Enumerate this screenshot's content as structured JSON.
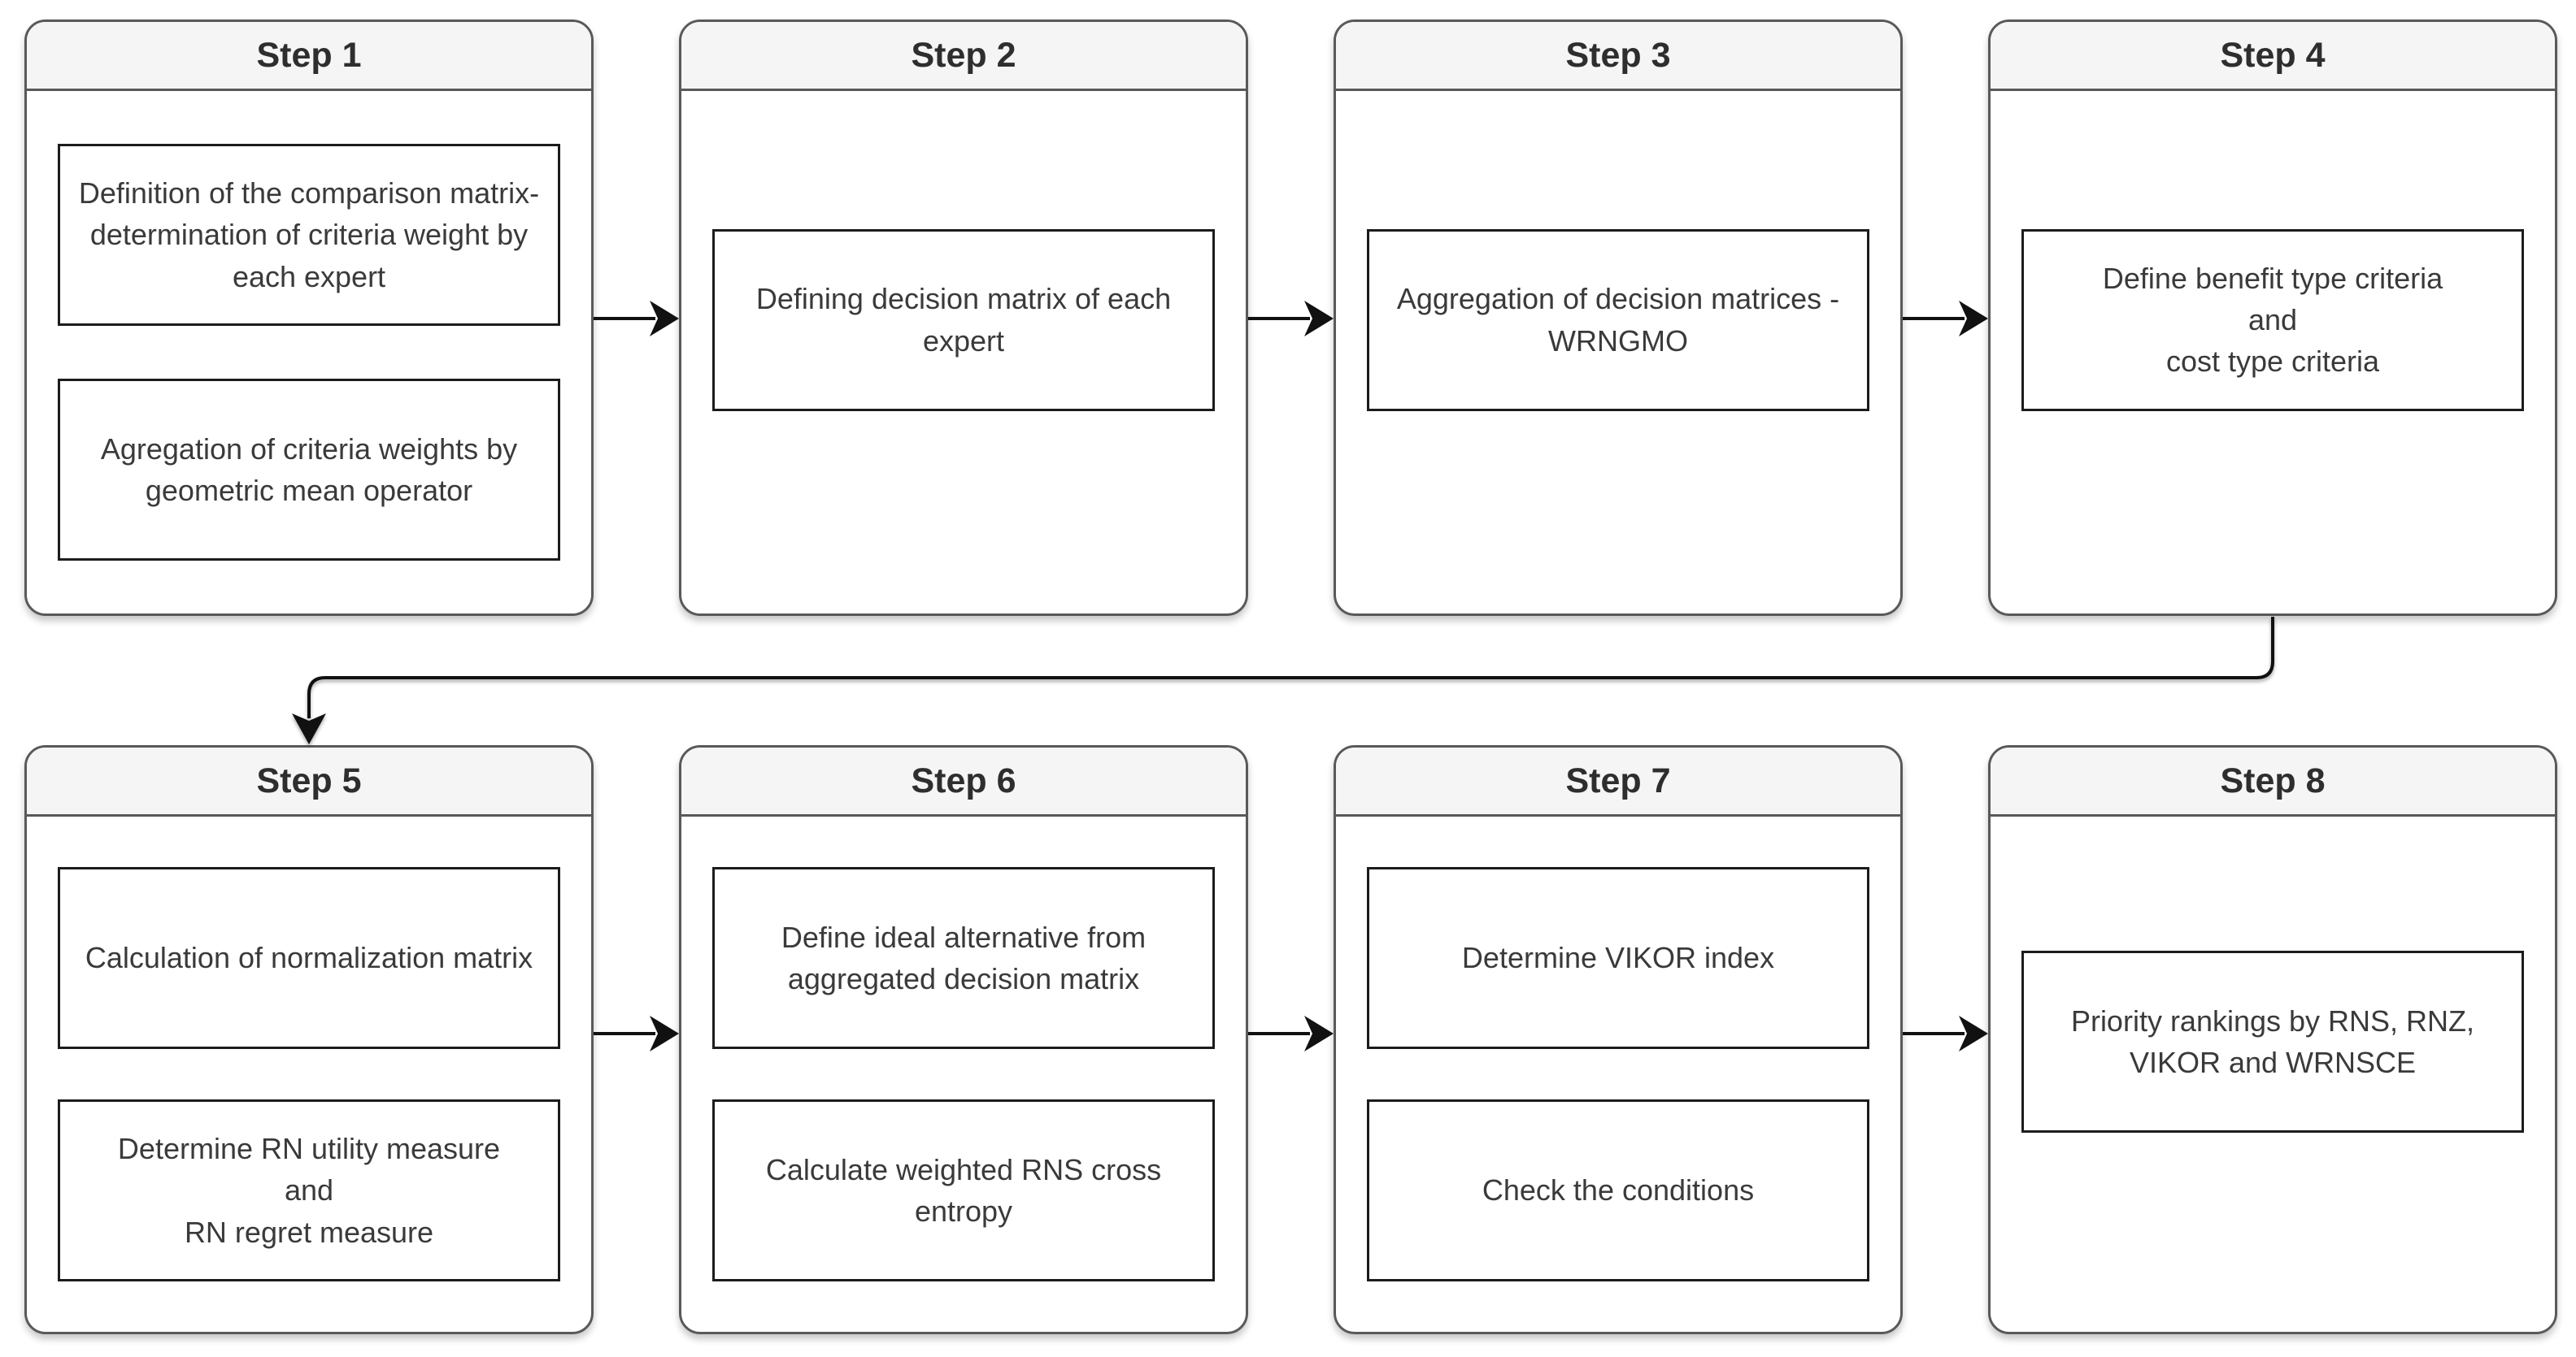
{
  "diagram": {
    "steps": [
      {
        "title": "Step 1",
        "boxes": [
          "Definition of the comparison matrix-determination of criteria weight by each expert",
          "Agregation of criteria weights by geometric mean operator"
        ]
      },
      {
        "title": "Step 2",
        "boxes": [
          "Defining decision matrix of each expert"
        ]
      },
      {
        "title": "Step 3",
        "boxes": [
          "Aggregation of decision matrices - WRNGMO"
        ]
      },
      {
        "title": "Step 4",
        "boxes": [
          "Define benefit type criteria\nand\ncost type criteria"
        ]
      },
      {
        "title": "Step 5",
        "boxes": [
          "Calculation of normalization matrix",
          "Determine RN utility measure\nand\nRN regret measure"
        ]
      },
      {
        "title": "Step 6",
        "boxes": [
          "Define ideal alternative from aggregated decision matrix",
          "Calculate weighted RNS cross entropy"
        ]
      },
      {
        "title": "Step 7",
        "boxes": [
          "Determine VIKOR index",
          "Check the conditions"
        ]
      },
      {
        "title": "Step 8",
        "boxes": [
          "Priority rankings by RNS, RNZ, VIKOR and WRNSCE"
        ]
      }
    ],
    "flow": [
      "Step 1 → Step 2",
      "Step 2 → Step 3",
      "Step 3 → Step 4",
      "Step 4 → Step 5",
      "Step 5 → Step 6",
      "Step 6 → Step 7",
      "Step 7 → Step 8"
    ],
    "colors": {
      "header_bg": "#f5f5f5",
      "card_border": "#595959",
      "box_border": "#1c1c1c",
      "text": "#3a3a3a",
      "arrow": "#111111"
    }
  }
}
